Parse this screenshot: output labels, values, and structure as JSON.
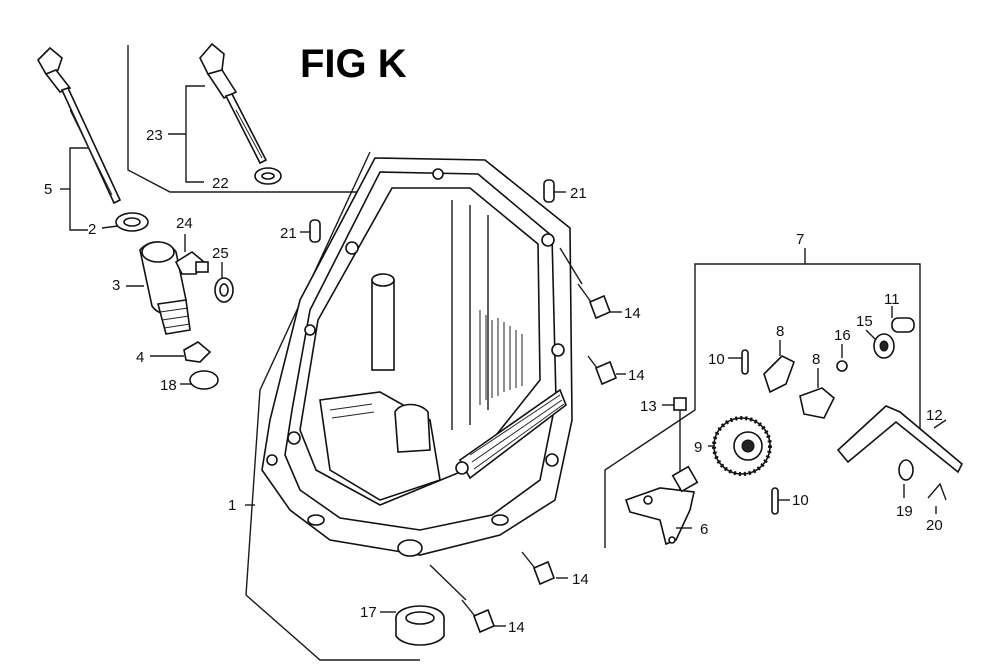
{
  "figure": {
    "title": "FIG K"
  },
  "callouts": {
    "c1": "1",
    "c2": "2",
    "c3": "3",
    "c4": "4",
    "c5": "5",
    "c6": "6",
    "c7": "7",
    "c8a": "8",
    "c8b": "8",
    "c9": "9",
    "c10a": "10",
    "c10b": "10",
    "c11": "11",
    "c12": "12",
    "c13": "13",
    "c14a": "14",
    "c14b": "14",
    "c14c": "14",
    "c14d": "14",
    "c15": "15",
    "c16": "16",
    "c17": "17",
    "c18": "18",
    "c19": "19",
    "c20": "20",
    "c21a": "21",
    "c21b": "21",
    "c22": "22",
    "c23": "23",
    "c24": "24",
    "c25": "25"
  }
}
